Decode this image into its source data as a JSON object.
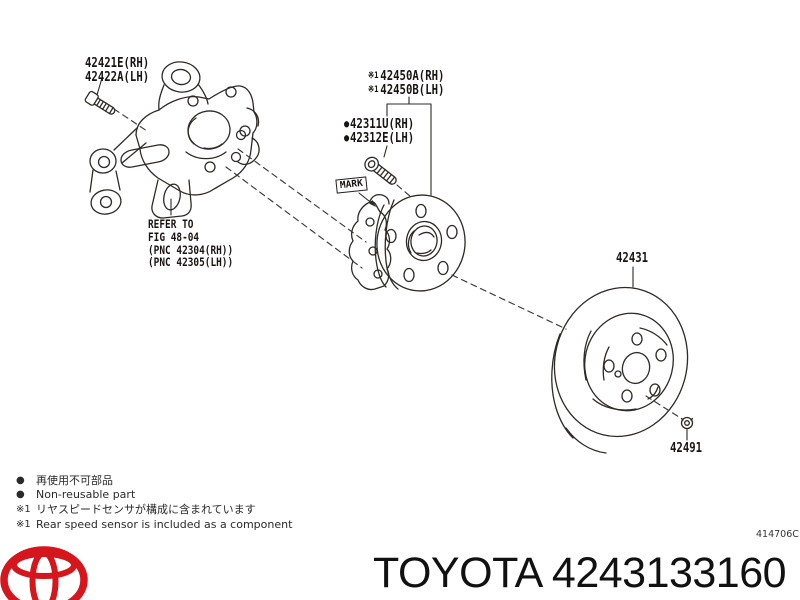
{
  "diagram": {
    "labels": {
      "knuckle_bolt": {
        "rh": "42421E(RH)",
        "lh": "42422A(LH)"
      },
      "hub_assembly": {
        "note": "※1",
        "rh": "42450A(RH)",
        "lh": "42450B(LH)"
      },
      "hub_bolt": {
        "bullet": "●",
        "rh": "42311U(RH)",
        "lh": "42312E(LH)"
      },
      "mark_tag": "MARK",
      "refer_note": {
        "line1": "REFER TO",
        "line2": "FIG 48-04",
        "line3": "(PNC 42304(RH))",
        "line4": "(PNC 42305(LH))"
      },
      "disc": "42431",
      "nut": "42491"
    },
    "doc_code": "414706C"
  },
  "legend": {
    "rows": [
      {
        "symbol": "●",
        "text": "再使用不可部品"
      },
      {
        "symbol": "●",
        "text": "Non-reusable part"
      },
      {
        "symbol": "※1",
        "text": "リヤスピードセンサが構成に含まれています"
      },
      {
        "symbol": "※1",
        "text": "Rear speed sensor is included as a component"
      }
    ]
  },
  "footer": {
    "brand": "TOYOTA",
    "part_number": "4243133160"
  },
  "colors": {
    "background": "#ffffff",
    "line": "#2d2a28",
    "text": "#171413",
    "logo_red": "#d5161d"
  }
}
